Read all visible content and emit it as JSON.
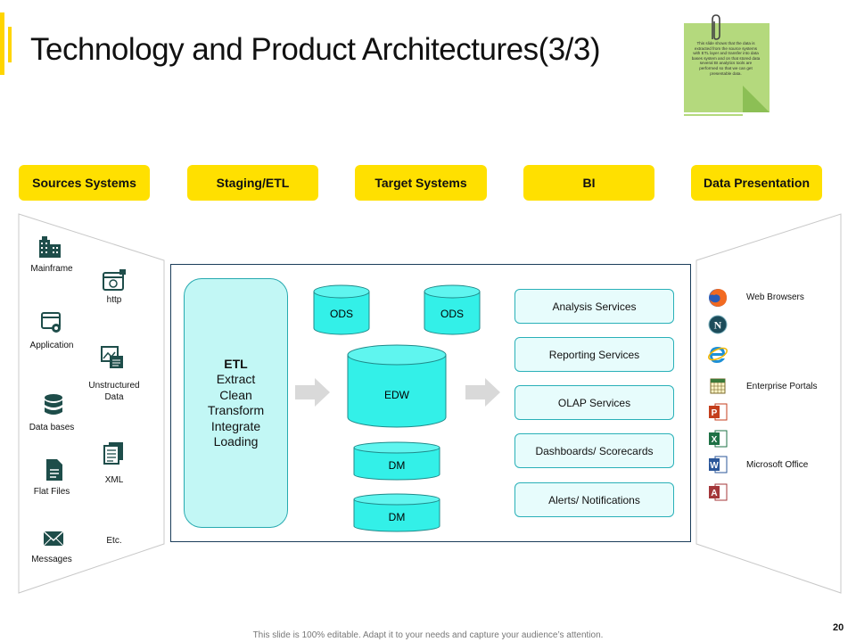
{
  "slide": {
    "title": "Technology and Product Architectures(3/3)",
    "note_text": "This slide shows that the data is extracted from the source systems with ETL layer and transfer into data bases system and on that stored data several BI analytics tools are performed so that we can get presentable data.",
    "footer": "This slide is 100% editable. Adapt it to your needs and capture your audience’s attention.",
    "page_number": "20"
  },
  "headers": [
    "Sources Systems",
    "Staging/ETL",
    "Target Systems",
    "BI",
    "Data Presentation"
  ],
  "sources": {
    "mainframe": "Mainframe",
    "http": "http",
    "application": "Application",
    "unstructured": "Unstructured\nData",
    "databases": "Data  bases",
    "xml": "XML",
    "flat_files": "Flat Files",
    "etc": "Etc.",
    "messages": "Messages"
  },
  "etl": {
    "heading": "ETL",
    "steps": [
      "Extract",
      "Clean",
      "Transform",
      "Integrate",
      "Loading"
    ]
  },
  "targets": {
    "ods1": "ODS",
    "ods2": "ODS",
    "edw": "EDW",
    "dm1": "DM",
    "dm2": "DM"
  },
  "bi_services": [
    "Analysis Services",
    "Reporting Services",
    "OLAP Services",
    "Dashboards/ Scorecards",
    "Alerts/ Notifications"
  ],
  "presentation": {
    "web_browsers": "Web Browsers",
    "enterprise_portals": "Enterprise Portals",
    "microsoft_office": "Microsoft  Office"
  },
  "colors": {
    "accent": "#FFE000",
    "cyan_fill": "#33F0E8",
    "etl_fill": "#C2F7F5",
    "icon_teal": "#1E4D4A",
    "note_green": "#B4D97D"
  }
}
